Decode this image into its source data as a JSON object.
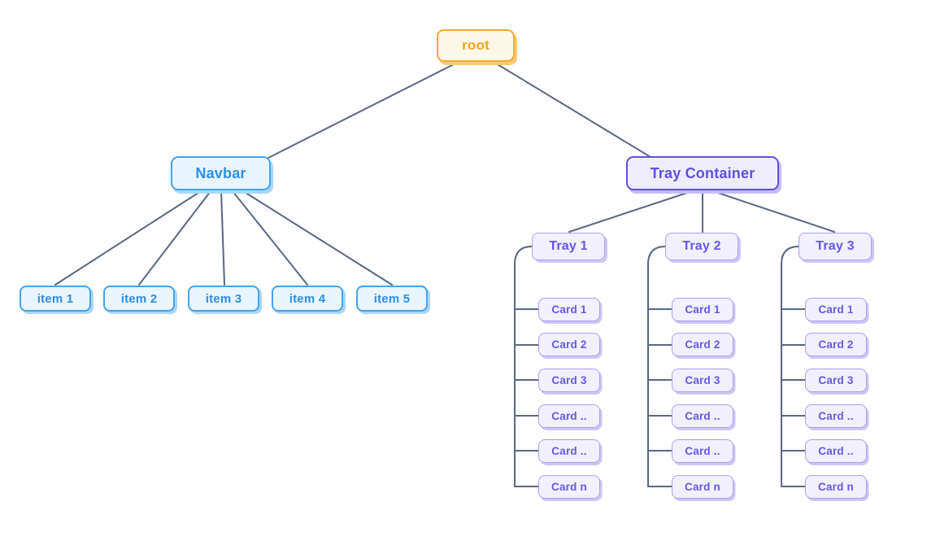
{
  "diagram": {
    "root": {
      "label": "root"
    },
    "navbar": {
      "label": "Navbar",
      "items": [
        "item 1",
        "item 2",
        "item 3",
        "item 4",
        "item 5"
      ]
    },
    "tray_container": {
      "label": "Tray Container",
      "trays": [
        {
          "label": "Tray 1",
          "cards": [
            "Card 1",
            "Card 2",
            "Card 3",
            "Card ..",
            "Card ..",
            "Card n"
          ]
        },
        {
          "label": "Tray 2",
          "cards": [
            "Card 1",
            "Card 2",
            "Card 3",
            "Card ..",
            "Card ..",
            "Card n"
          ]
        },
        {
          "label": "Tray 3",
          "cards": [
            "Card 1",
            "Card 2",
            "Card 3",
            "Card ..",
            "Card ..",
            "Card n"
          ]
        }
      ]
    }
  },
  "colors": {
    "root_bg": "#FDF7E7",
    "root_border": "#F3AB2E",
    "root_text": "#F5A41D",
    "root_shadow": "#F8CA78",
    "blue_bg": "#E9F5FE",
    "blue_border": "#45A2EE",
    "blue_text": "#2D8FE8",
    "blue_shadow": "#A9D7F7",
    "purple_container_border": "#5F4FE3",
    "purple_container_bg": "#EFECFE",
    "purple_bg": "#F2F0FE",
    "purple_border": "#A89FF1",
    "purple_text": "#6658E8",
    "purple_shadow": "#CDC6F3",
    "connector": "#576883"
  }
}
